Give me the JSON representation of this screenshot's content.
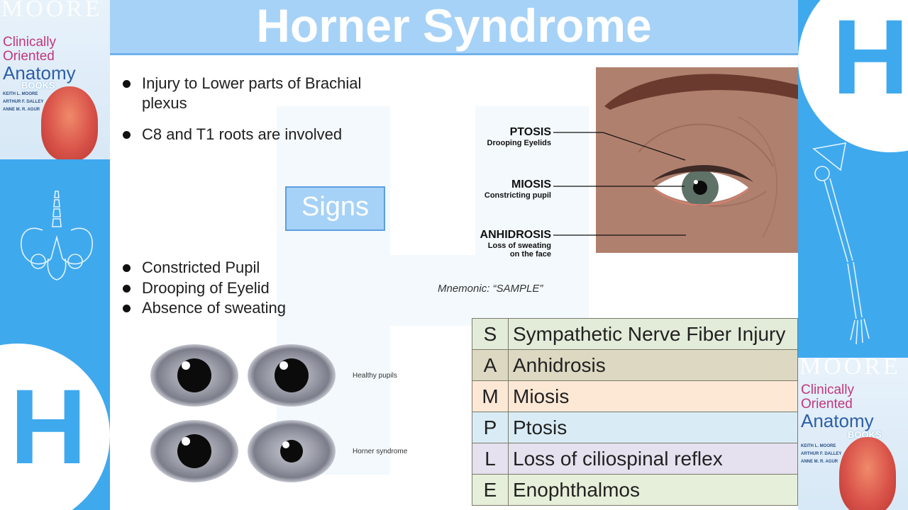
{
  "header": {
    "title": "Horner Syndrome"
  },
  "left_panel": {
    "book": {
      "brand": "MOORE",
      "title_line1": "Clinically",
      "title_line2": "Oriented",
      "title_line3": "Anatomy",
      "imprint": "BOOKS",
      "authors": [
        "KEITH L. MOORE",
        "ARTHUR F. DALLEY",
        "ANNE M. R. AGUR"
      ]
    },
    "logo_letter": "H"
  },
  "right_panel": {
    "logo_letter": "H",
    "book": {
      "brand": "MOORE",
      "title_line1": "Clinically",
      "title_line2": "Oriented",
      "title_line3": "Anatomy",
      "imprint": "BOOKS",
      "authors": [
        "KEITH L. MOORE",
        "ARTHUR F. DALLEY",
        "ANNE M. R. AGUR"
      ]
    }
  },
  "intro_bullets": [
    "Injury to Lower parts of Brachial plexus",
    "C8 and T1  roots are involved"
  ],
  "signs_heading": "Signs",
  "signs_bullets": [
    "Constricted Pupil",
    "Drooping of Eyelid",
    "Absence of sweating"
  ],
  "pupils": {
    "healthy_label": "Healthy pupils",
    "horner_label": "Horner syndrome"
  },
  "eye_diagram": {
    "ptosis": {
      "title": "PTOSIS",
      "subtitle": "Drooping Eyelids"
    },
    "miosis": {
      "title": "MIOSIS",
      "subtitle": "Constricting pupil"
    },
    "anhidrosis": {
      "title": "ANHIDROSIS",
      "subtitle_line1": "Loss of sweating",
      "subtitle_line2": "on the face"
    }
  },
  "mnemonic": "Mnemonic: “SAMPLE”",
  "sample_rows": [
    {
      "letter": "S",
      "text": "Sympathetic Nerve Fiber Injury",
      "color": "#e3ecd9"
    },
    {
      "letter": "A",
      "text": "Anhidrosis",
      "color": "#ddd8c1"
    },
    {
      "letter": "M",
      "text": "Miosis",
      "color": "#fde8d6"
    },
    {
      "letter": "P",
      "text": "Ptosis",
      "color": "#d9ecf6"
    },
    {
      "letter": "L",
      "text": "Loss of ciliospinal reflex",
      "color": "#e6e1ef"
    },
    {
      "letter": "E",
      "text": "Enophthalmos",
      "color": "#e6efd9"
    }
  ],
  "colors": {
    "accent_blue": "#3fa9ee",
    "title_bar": "#a7d2f7",
    "skin": "#b0806e"
  }
}
